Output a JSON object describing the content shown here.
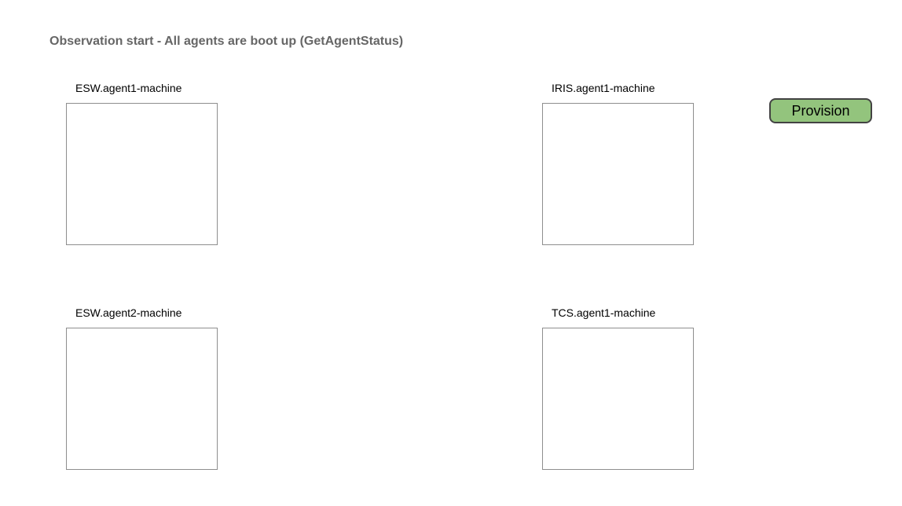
{
  "page": {
    "title": "Observation start - All agents are boot up (GetAgentStatus)"
  },
  "machines": [
    {
      "label": "ESW.agent1-machine"
    },
    {
      "label": "IRIS.agent1-machine"
    },
    {
      "label": "ESW.agent2-machine"
    },
    {
      "label": "TCS.agent1-machine"
    }
  ],
  "toolbar": {
    "provision_label": "Provision"
  },
  "colors": {
    "title_text": "#666666",
    "machine_label_text": "#000000",
    "box_border": "#8e8e8e",
    "button_fill": "#93c47d",
    "button_border": "#434343",
    "button_text": "#000000",
    "background": "#ffffff"
  }
}
